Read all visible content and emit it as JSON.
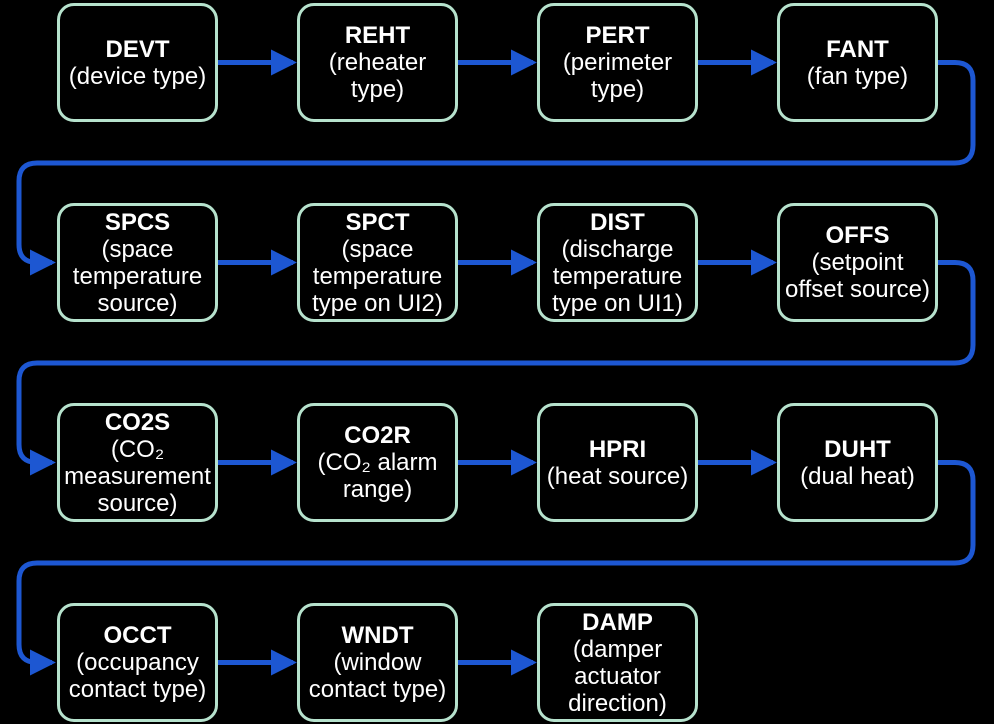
{
  "colors": {
    "background": "#000000",
    "box_fill": "#000000",
    "box_border": "#b6e2cd",
    "arrow": "#1d57d2",
    "text": "#ffffff"
  },
  "flowchart": {
    "nodes": [
      {
        "code": "DEVT",
        "desc": "(device type)"
      },
      {
        "code": "REHT",
        "desc": "(reheater\ntype)"
      },
      {
        "code": "PERT",
        "desc": "(perimeter\ntype)"
      },
      {
        "code": "FANT",
        "desc": "(fan type)"
      },
      {
        "code": "SPCS",
        "desc": "(space\ntemperature\nsource)"
      },
      {
        "code": "SPCT",
        "desc": "(space\ntemperature\ntype on UI2)"
      },
      {
        "code": "DIST",
        "desc": "(discharge\ntemperature\ntype on UI1)"
      },
      {
        "code": "OFFS",
        "desc": "(setpoint\noffset source)"
      },
      {
        "code": "CO2S",
        "desc": "(CO₂\nmeasurement\nsource)"
      },
      {
        "code": "CO2R",
        "desc": "(CO₂ alarm\nrange)"
      },
      {
        "code": "HPRI",
        "desc": "(heat source)"
      },
      {
        "code": "DUHT",
        "desc": "(dual heat)"
      },
      {
        "code": "OCCT",
        "desc": "(occupancy\ncontact type)"
      },
      {
        "code": "WNDT",
        "desc": "(window\ncontact type)"
      },
      {
        "code": "DAMP",
        "desc": "(damper\nactuator\ndirection)"
      }
    ],
    "flow_order": [
      "DEVT",
      "REHT",
      "PERT",
      "FANT",
      "SPCS",
      "SPCT",
      "DIST",
      "OFFS",
      "CO2S",
      "CO2R",
      "HPRI",
      "DUHT",
      "OCCT",
      "WNDT",
      "DAMP"
    ],
    "connections": [
      {
        "from": "DEVT",
        "to": "REHT"
      },
      {
        "from": "REHT",
        "to": "PERT"
      },
      {
        "from": "PERT",
        "to": "FANT"
      },
      {
        "from": "FANT",
        "to": "SPCS"
      },
      {
        "from": "SPCS",
        "to": "SPCT"
      },
      {
        "from": "SPCT",
        "to": "DIST"
      },
      {
        "from": "DIST",
        "to": "OFFS"
      },
      {
        "from": "OFFS",
        "to": "CO2S"
      },
      {
        "from": "CO2S",
        "to": "CO2R"
      },
      {
        "from": "CO2R",
        "to": "HPRI"
      },
      {
        "from": "HPRI",
        "to": "DUHT"
      },
      {
        "from": "DUHT",
        "to": "OCCT"
      },
      {
        "from": "OCCT",
        "to": "WNDT"
      },
      {
        "from": "WNDT",
        "to": "DAMP"
      }
    ]
  }
}
